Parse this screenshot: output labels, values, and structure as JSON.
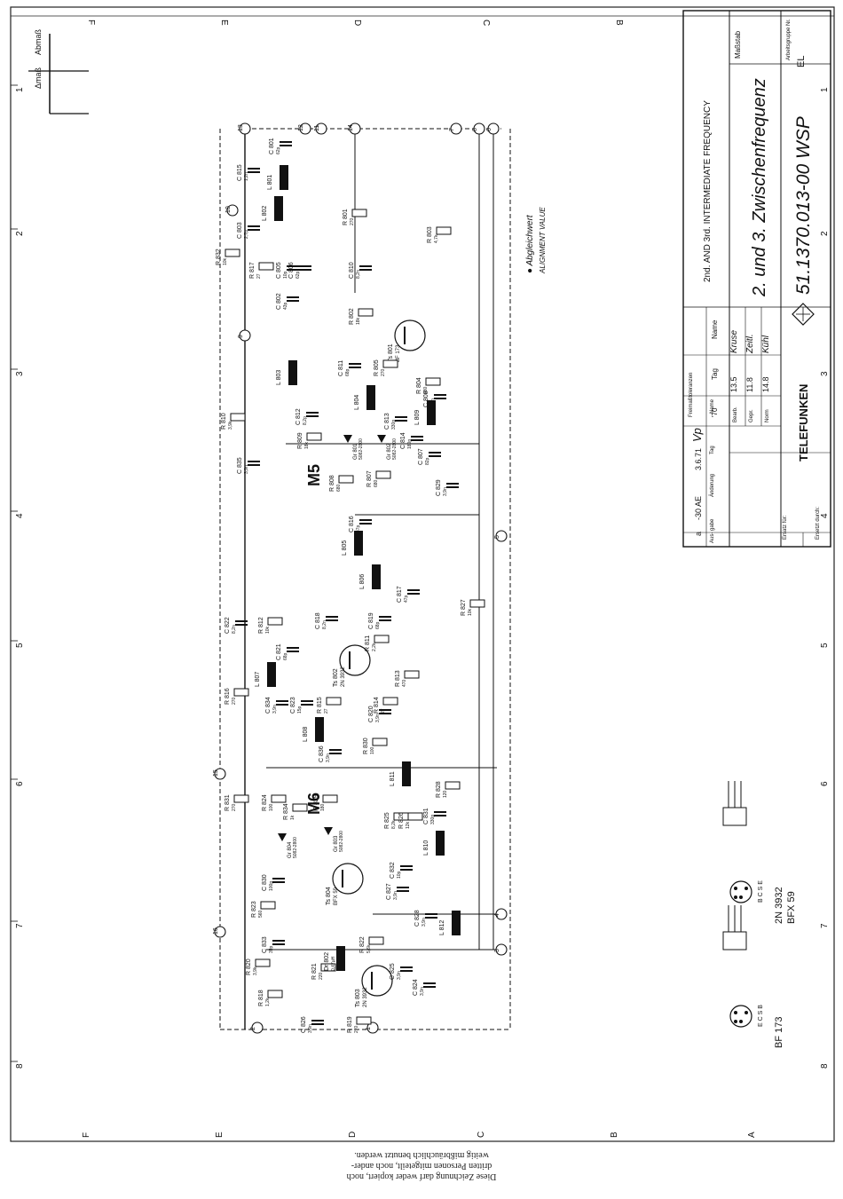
{
  "border": {
    "top_letters": [
      "F",
      "E",
      "D",
      "C",
      "B"
    ],
    "bottom_letters": [
      "F",
      "E",
      "D",
      "C",
      "B",
      "A"
    ],
    "left_numbers": [
      "1",
      "2",
      "3",
      "4",
      "5",
      "6",
      "7",
      "8"
    ],
    "right_numbers": [
      "1",
      "2",
      "3",
      "4",
      "5",
      "6",
      "7",
      "8"
    ]
  },
  "abmass_box": {
    "col1": "Δmaß",
    "col2": "Abmaß"
  },
  "title_block": {
    "title_en": "2nd. AND 3rd. INTERMEDIATE FREQUENCY",
    "title_de": "2. und 3. Zwischenfrequenz",
    "drawing_number": "51.1370.013-00 WSP",
    "drawing_suffix": "EL",
    "massstab_label": "Maßstab",
    "arbeitsgruppe_label": "Arbeitsgruppe Nr.",
    "freimass_label": "Freimaßtoleranzen",
    "year_label": "'70",
    "tag_label": "Tag",
    "name_label": "Name",
    "rows": [
      {
        "label": "Bearb.",
        "tag": "13.5",
        "name": "Kruse"
      },
      {
        "label": "Gepr.",
        "tag": "11.8",
        "name": "Zeitl."
      },
      {
        "label": "Norm",
        "tag": "14.8",
        "name": "Kühl"
      }
    ],
    "company": "TELEFUNKEN",
    "ersatz_fuer": "Ersatz für:",
    "ersetzt_durch": "Ersetzt durch:",
    "change": {
      "index": "a",
      "ae": "-30 AE",
      "date": "3.6.71",
      "sign": "Vp"
    },
    "change_labels": [
      "Aus- gabe",
      "Änderung",
      "Tag",
      "Name"
    ]
  },
  "schematic": {
    "modules": [
      "M5",
      "M6"
    ],
    "legend_symbol": "●",
    "legend_de": "Abgleichwert",
    "legend_en": "ALIGNMENT VALUE",
    "terminals": [
      "13",
      "12",
      "11",
      "14",
      "7",
      "8",
      "6",
      "10",
      "9",
      "5",
      "15",
      "16",
      "4",
      "3",
      "2",
      "1"
    ],
    "transistors": [
      {
        "ref": "Ts 801",
        "type": "BF 173"
      },
      {
        "ref": "Ts 802",
        "type": "2N 3932"
      },
      {
        "ref": "Ts 803",
        "type": "2N 3932"
      },
      {
        "ref": "Ts 804",
        "type": "BFX 59"
      }
    ],
    "diodes": [
      {
        "ref": "Gr 801",
        "type": "5082-2800"
      },
      {
        "ref": "Gr 802",
        "type": "5082-2800"
      },
      {
        "ref": "Gr 803",
        "type": "5082-2800"
      },
      {
        "ref": "Gr 804",
        "type": "5082-2800"
      }
    ],
    "components": [
      {
        "ref": "C 815",
        "val": "1,2n"
      },
      {
        "ref": "C 801",
        "val": "62p"
      },
      {
        "ref": "L 801",
        "val": ""
      },
      {
        "ref": "L 802",
        "val": ""
      },
      {
        "ref": "R 801",
        "val": "270"
      },
      {
        "ref": "C 803",
        "val": "2,7p"
      },
      {
        "ref": "R 803",
        "val": "4,7k"
      },
      {
        "ref": "R 832",
        "val": "10k"
      },
      {
        "ref": "C 805",
        "val": "10p"
      },
      {
        "ref": "C 806",
        "val": "62p"
      },
      {
        "ref": "C 802",
        "val": "43p"
      },
      {
        "ref": "C 810",
        "val": "8,2n"
      },
      {
        "ref": "R 802",
        "val": "18k"
      },
      {
        "ref": "L 803",
        "val": ""
      },
      {
        "ref": "C 811",
        "val": "68p"
      },
      {
        "ref": "R 805",
        "val": "270"
      },
      {
        "ref": "R 804",
        "val": "680"
      },
      {
        "ref": "C 808",
        "val": "3,9n"
      },
      {
        "ref": "R 810",
        "val": "3,9k"
      },
      {
        "ref": "C 812",
        "val": "8,2p"
      },
      {
        "ref": "L 804",
        "val": ""
      },
      {
        "ref": "L 809",
        "val": ""
      },
      {
        "ref": "C 813",
        "val": "330p"
      },
      {
        "ref": "R 809",
        "val": "18k"
      },
      {
        "ref": "C 814",
        "val": "180p"
      },
      {
        "ref": "C 835",
        "val": "3,9n"
      },
      {
        "ref": "R 808",
        "val": "680"
      },
      {
        "ref": "R 807",
        "val": "680"
      },
      {
        "ref": "C 807",
        "val": "82p"
      },
      {
        "ref": "C 829",
        "val": "3,9n"
      },
      {
        "ref": "C 816",
        "val": "47p"
      },
      {
        "ref": "L 805",
        "val": ""
      },
      {
        "ref": "L 806",
        "val": ""
      },
      {
        "ref": "C 817",
        "val": "47p"
      },
      {
        "ref": "R 827",
        "val": "10k"
      },
      {
        "ref": "C 822",
        "val": "8,2n"
      },
      {
        "ref": "R 812",
        "val": "10k"
      },
      {
        "ref": "C 818",
        "val": "8,2n"
      },
      {
        "ref": "C 819",
        "val": "68p"
      },
      {
        "ref": "C 821",
        "val": "68p"
      },
      {
        "ref": "L 807",
        "val": ""
      },
      {
        "ref": "R 811",
        "val": "2,2k"
      },
      {
        "ref": "R 816",
        "val": "270"
      },
      {
        "ref": "C 834",
        "val": "3,9n"
      },
      {
        "ref": "C 823",
        "val": "15p"
      },
      {
        "ref": "R 815",
        "val": "27"
      },
      {
        "ref": "R 813",
        "val": "470"
      },
      {
        "ref": "R 814",
        "val": "27"
      },
      {
        "ref": "C 820",
        "val": "3,9n"
      },
      {
        "ref": "L 808",
        "val": ""
      },
      {
        "ref": "C 836",
        "val": "3,9n"
      },
      {
        "ref": "R 830",
        "val": "100"
      },
      {
        "ref": "L 811",
        "val": ""
      },
      {
        "ref": "R 831",
        "val": "270"
      },
      {
        "ref": "R 824",
        "val": "100"
      },
      {
        "ref": "R 829",
        "val": "180"
      },
      {
        "ref": "R 828",
        "val": "120"
      },
      {
        "ref": "R 834",
        "val": "1k"
      },
      {
        "ref": "R 825",
        "val": "8,2k"
      },
      {
        "ref": "R 826",
        "val": "12k"
      },
      {
        "ref": "C 831",
        "val": "330p"
      },
      {
        "ref": "C 830",
        "val": "100p"
      },
      {
        "ref": "L 810",
        "val": ""
      },
      {
        "ref": "C 832",
        "val": "10p"
      },
      {
        "ref": "C 827",
        "val": "3,9n"
      },
      {
        "ref": "R 823",
        "val": "560"
      },
      {
        "ref": "C 828",
        "val": "3,9n"
      },
      {
        "ref": "L 812",
        "val": ""
      },
      {
        "ref": "C 833",
        "val": "39p"
      },
      {
        "ref": "R 822",
        "val": "5,6k"
      },
      {
        "ref": "R 820",
        "val": "3,9k"
      },
      {
        "ref": "R 821",
        "val": "220"
      },
      {
        "ref": "Dr 802",
        "val": "0,47µH"
      },
      {
        "ref": "C 825",
        "val": "3,9n"
      },
      {
        "ref": "C 824",
        "val": "3,9n"
      },
      {
        "ref": "R 818",
        "val": "1,2k"
      },
      {
        "ref": "C 826",
        "val": "3,9n"
      },
      {
        "ref": "R 819",
        "val": "270"
      },
      {
        "ref": "R 817",
        "val": "27"
      }
    ],
    "pinouts": [
      {
        "type": "2N 3932",
        "type2": "BFX 59",
        "pins": "B  C  S  E"
      },
      {
        "type": "BF 173",
        "type2": "",
        "pins": "E  C  S  B"
      }
    ]
  },
  "footer_note": [
    "Diese Zeichnung darf weder kopiert, noch",
    "dritten Personen mitgeteilt, noch ander-",
    "weitig mißbräuchlich benutzt werden."
  ]
}
